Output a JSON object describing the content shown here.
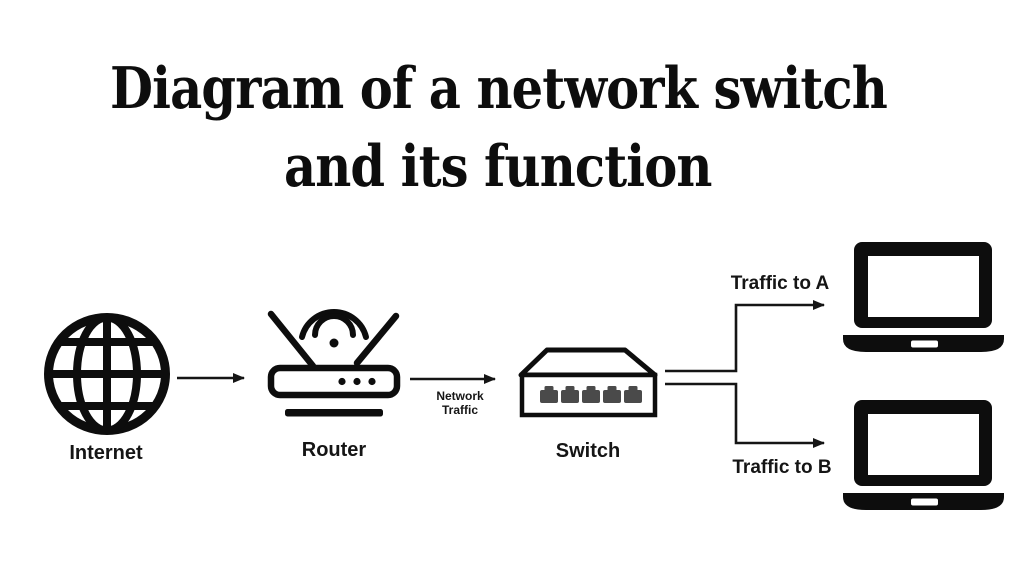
{
  "page": {
    "background_color": "#ffffff",
    "ink_color": "#0d0d0d",
    "port_color": "#4a4a4a"
  },
  "title": {
    "line1": "Diagram of a network switch",
    "line2": "and its function"
  },
  "nodes": {
    "internet": {
      "label": "Internet",
      "icon": "globe-icon"
    },
    "router": {
      "label": "Router",
      "icon": "router-icon"
    },
    "switch": {
      "label": "Switch",
      "icon": "switch-icon"
    },
    "computer_a": {
      "icon": "laptop-icon"
    },
    "computer_b": {
      "icon": "laptop-icon"
    }
  },
  "connections": {
    "internet_to_router": {
      "type": "arrow"
    },
    "router_to_switch": {
      "type": "arrow",
      "label_line1": "Network",
      "label_line2": "Traffic"
    },
    "switch_to_a": {
      "type": "arrow",
      "label": "Traffic to A"
    },
    "switch_to_b": {
      "type": "arrow",
      "label": "Traffic to B"
    }
  }
}
